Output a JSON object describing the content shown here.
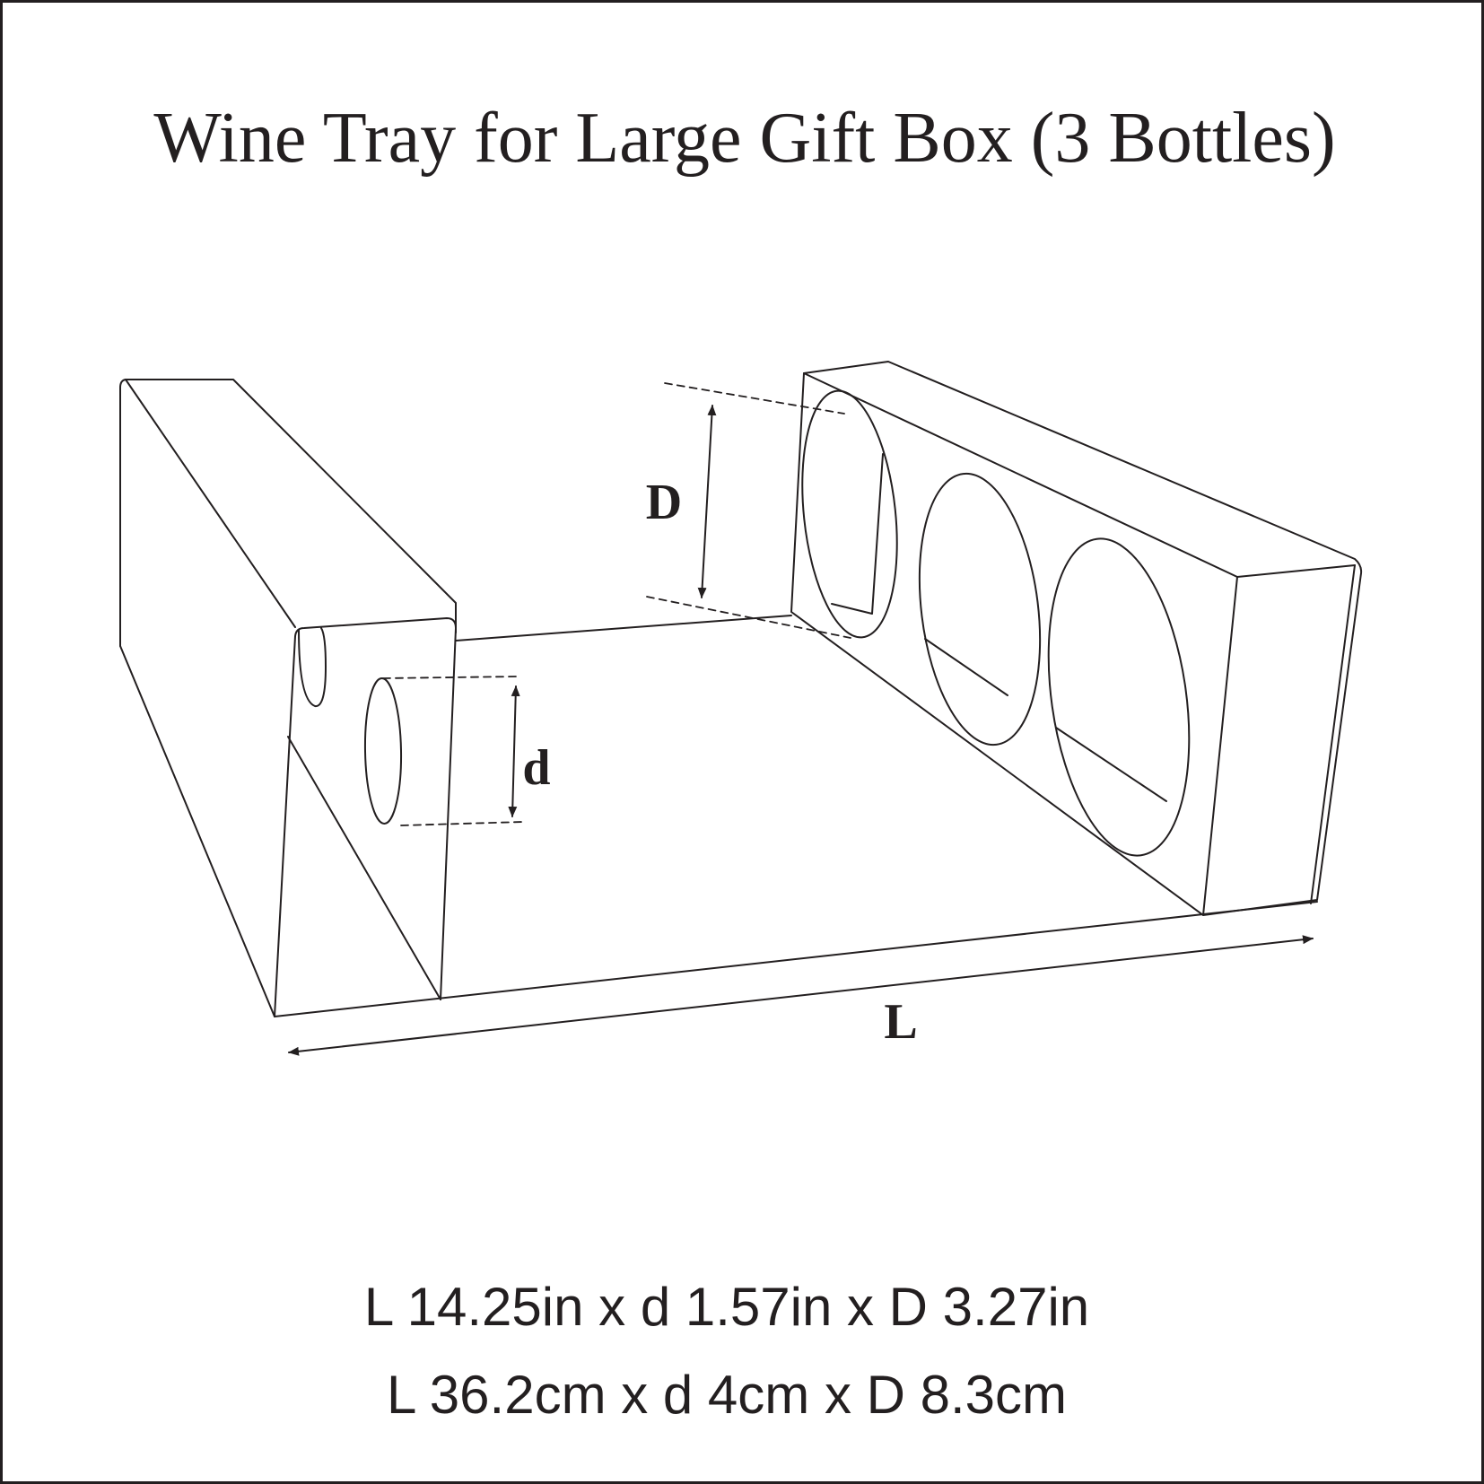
{
  "title": "Wine Tray for Large Gift Box (3 Bottles)",
  "dimension_labels": {
    "length": "L",
    "small_diameter": "d",
    "large_diameter": "D"
  },
  "specs": {
    "imperial": "L 14.25in x d 1.57in x D 3.27in",
    "metric": "L 36.2cm x d 4cm x D 8.3cm"
  },
  "colors": {
    "ink": "#231f20",
    "background": "#ffffff"
  }
}
